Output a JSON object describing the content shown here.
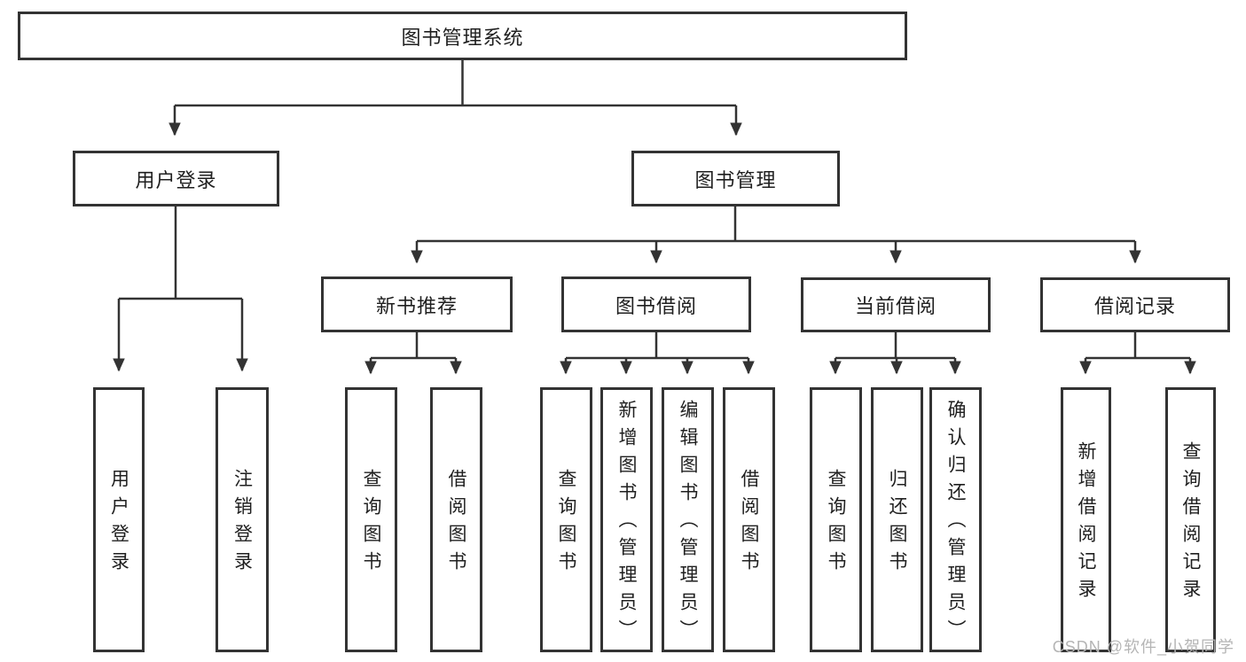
{
  "nodes": {
    "root": "图书管理系统",
    "user_login": "用户登录",
    "book_management": "图书管理",
    "new_book_recommend": "新书推荐",
    "book_borrow": "图书借阅",
    "current_borrow": "当前借阅",
    "borrow_record": "借阅记录",
    "leaf_user_login": "用户登录",
    "leaf_logout": "注销登录",
    "leaf_nb_query_book": "查询图书",
    "leaf_nb_borrow_book": "借阅图书",
    "leaf_bb_query_book": "查询图书",
    "leaf_bb_add_book": "新增图书（管理员）",
    "leaf_bb_edit_book": "编辑图书（管理员）",
    "leaf_bb_borrow_book": "借阅图书",
    "leaf_cb_query_book": "查询图书",
    "leaf_cb_return_book": "归还图书",
    "leaf_cb_confirm_return": "确认归还（管理员）",
    "leaf_br_add_record": "新增借阅记录",
    "leaf_br_query_record": "查询借阅记录"
  },
  "watermark": "CSDN @软件_小贺同学",
  "colors": {
    "line": "#333333",
    "box_border": "#333333",
    "text": "#1f1f1f",
    "watermark": "#b5b5b5",
    "background": "#ffffff"
  }
}
